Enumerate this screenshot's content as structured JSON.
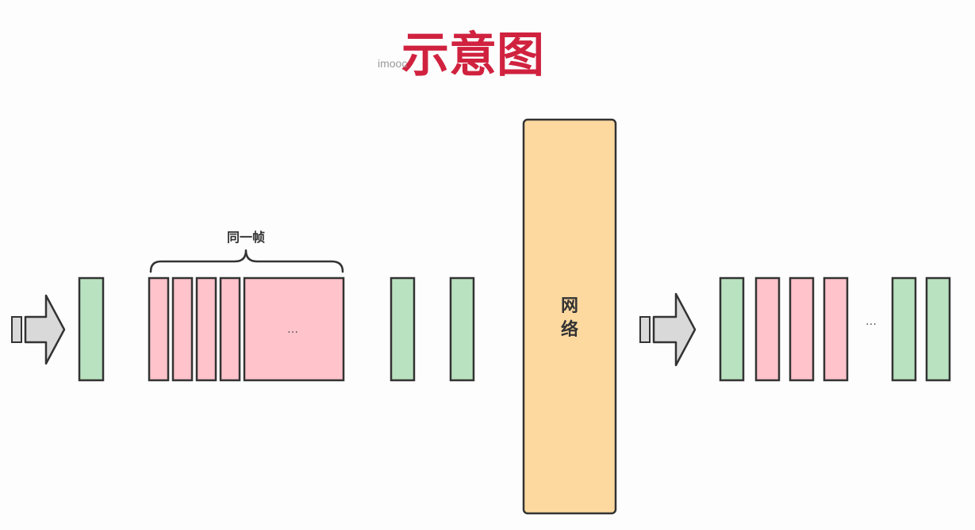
{
  "diagram": {
    "title": "示意图",
    "watermark": "imooc",
    "frame_group_label": "同一帧",
    "network_label_line1": "网",
    "network_label_line2": "络",
    "ellipsis_group": "…",
    "ellipsis_output": "…"
  },
  "colors": {
    "green_packet": "#b9e2c0",
    "pink_packet": "#ffc3cb",
    "network_box": "#fdd9a0",
    "arrow_fill": "#d9d9d9",
    "stroke": "#333333",
    "title": "#d0223f"
  }
}
